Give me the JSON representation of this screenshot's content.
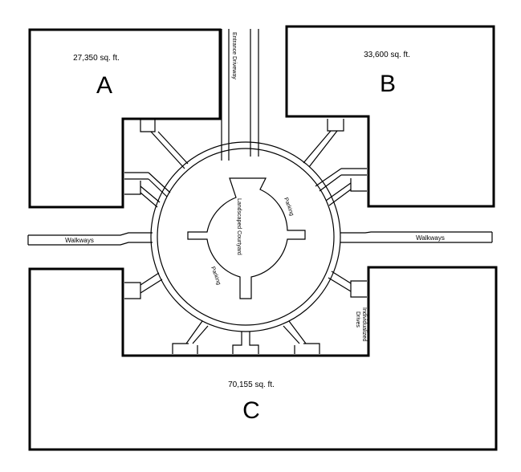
{
  "buildings": [
    {
      "letter": "A",
      "area": "27,350 sq. ft."
    },
    {
      "letter": "B",
      "area": "33,600 sq. ft."
    },
    {
      "letter": "C",
      "area": "70,155 sq. ft."
    }
  ],
  "labels": {
    "entrance_driveway": "Entrance Driveway",
    "walkways_left": "Walkways",
    "walkways_right": "Walkways",
    "landscaped_courtyard": "Landscaped Courtyard",
    "parking_upper": "Parking",
    "parking_lower": "Parking",
    "individualized_drives_1": "Individualized",
    "individualized_drives_2": "Drives"
  }
}
